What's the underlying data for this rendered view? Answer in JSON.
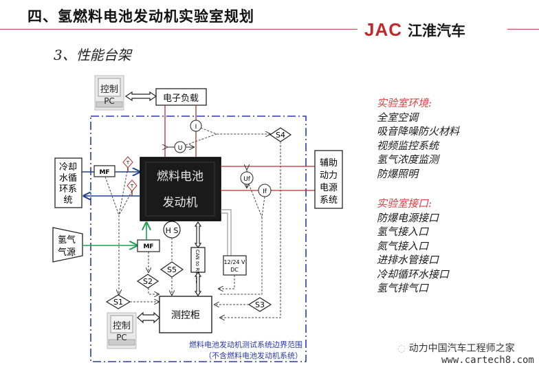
{
  "header": {
    "title": "四、氢燃料电池发动机实验室规划",
    "subtitle": "3、性能台架",
    "logo_brand": "JAC",
    "logo_cn": "江淮汽车",
    "accent_color": "#c0282b"
  },
  "diagram": {
    "pc_label_top": "控制",
    "pc_label_bottom": "PC",
    "electronic_load": "电子负载",
    "cooling_system": [
      "冷却",
      "水循",
      "环系",
      "统"
    ],
    "hydrogen_source": [
      "氢气",
      "气源"
    ],
    "fuel_cell_engine": [
      "燃料电池",
      "发动机"
    ],
    "aux_power": [
      "辅助",
      "动力",
      "电源",
      "系统"
    ],
    "mf_label": "MF",
    "t_label": "T",
    "i_label": "I",
    "u_label": "U",
    "uf_label": "Uf",
    "if_label": "If",
    "hs_label": "H S",
    "s1": "S1",
    "s2": "S2",
    "s3": "S3",
    "s4": "S4",
    "s5": "S5",
    "can_label": "CAN to RS232",
    "dc_label_1": "12/24 V",
    "dc_label_2": "DC",
    "control_cabinet": "测控柜",
    "boundary_line_1": "燃料电池发动机测试系统边界范围",
    "boundary_line_2": "（不含燃料电池发动机系统）",
    "colors": {
      "power_line": "#b03030",
      "coolant_line": "#1f3f8f",
      "hydrogen_line": "#1fa050",
      "boundary": "#2a3aa8",
      "fuel_cell_fill": "#1a1a1a"
    }
  },
  "lab_environment": {
    "heading": "实验室环境:",
    "items": [
      "全室空调",
      "吸音降噪防火材料",
      "视频监控系统",
      "氢气浓度监测",
      "防爆照明"
    ]
  },
  "lab_interfaces": {
    "heading": "实验室接口:",
    "items": [
      "防爆电源接口",
      "氢气接入口",
      "氮气接入口",
      "进排水管接口",
      "冷却循环水接口",
      "氢气排气口"
    ]
  },
  "watermark": {
    "text": "动力中国汽车工程师之家",
    "url": "www.cartech8.com"
  }
}
